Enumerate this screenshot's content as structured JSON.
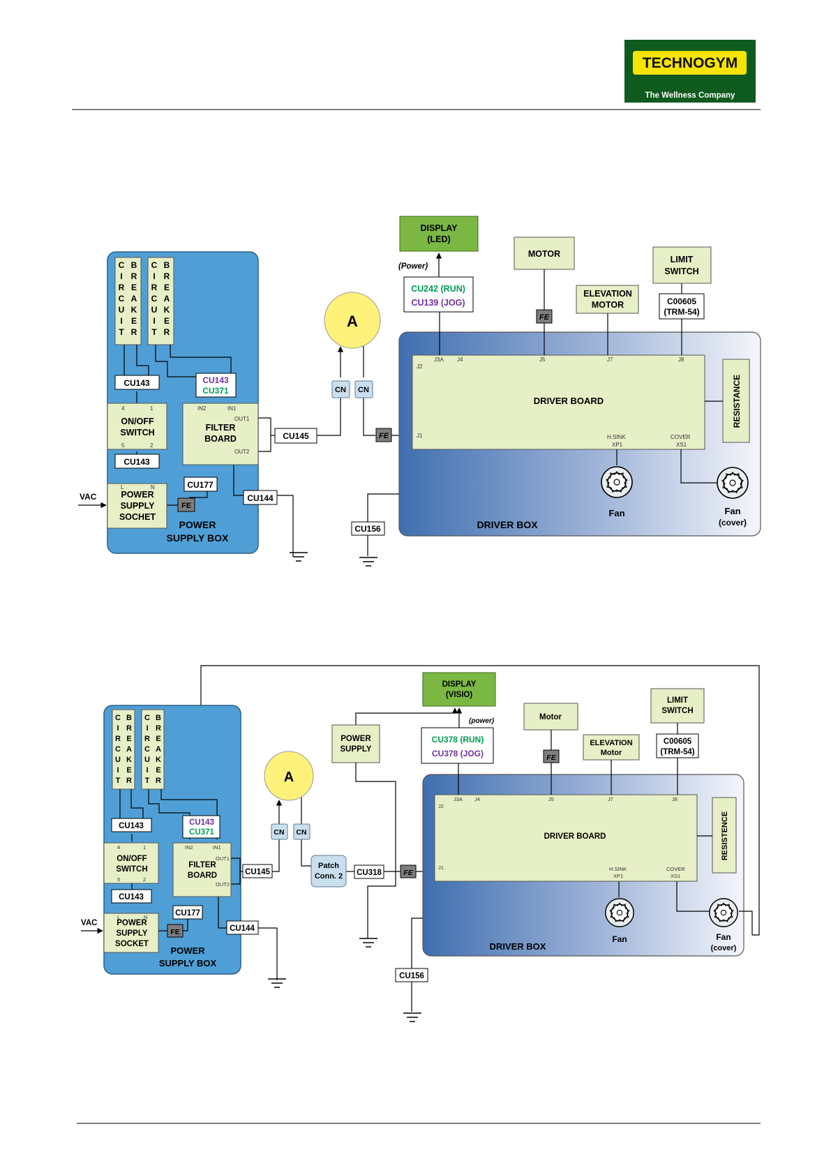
{
  "header": {
    "logo_text": "TECHNOGYM",
    "logo_tagline": "The Wellness Company"
  },
  "colors": {
    "box_blue": "#4f9fd6",
    "box_green": "#e6efc6",
    "display_green": "#7bb843",
    "ammeter_yellow": "#fff27a",
    "cn_blue": "#c9dfee",
    "fe_gray": "#7e7e7e",
    "purple": "#7030a0",
    "green": "#00a050",
    "logo_bg": "#0f5a1e",
    "logo_yellow": "#f5e400"
  },
  "diagram1": {
    "cb_letters": [
      "C",
      "I",
      "R",
      "C",
      "U",
      "I",
      "T"
    ],
    "br_letters": [
      "B",
      "R",
      "E",
      "A",
      "K",
      "E",
      "R"
    ],
    "display": [
      "DISPLAY",
      "(LED)"
    ],
    "power_note": "(Power)",
    "run": "CU242 (RUN)",
    "jog": "CU139 (JOG)",
    "motor": "MOTOR",
    "elevation": [
      "ELEVATION",
      "MOTOR"
    ],
    "limit": [
      "LIMIT",
      "SWITCH"
    ],
    "c00605": [
      "C00605",
      "(TRM-54)"
    ],
    "fe": "FE",
    "ammeter": "A",
    "cn": "CN",
    "cu143": "CU143",
    "cu143b": "CU143",
    "cu371": "CU371",
    "onoff": [
      "ON/OFF",
      "SWITCH"
    ],
    "filter": [
      "FILTER",
      "BOARD"
    ],
    "power_socket": [
      "POWER",
      "SUPPLY",
      "SOCHET"
    ],
    "power_supply_box": [
      "POWER",
      "SUPPLY BOX"
    ],
    "vac": "VAC",
    "cu145": "CU145",
    "cu177": "CU177",
    "cu144": "CU144",
    "cu156": "CU156",
    "driver_board": "DRIVER BOARD",
    "driver_box": "DRIVER BOX",
    "resistance": "RESISTANCE",
    "fan": "Fan",
    "fan_cover": [
      "Fan",
      "(cover)"
    ],
    "pins": {
      "j3a": "J3A",
      "j4": "J4",
      "j5": "J5",
      "j7": "J7",
      "j8": "J8",
      "j2": "J2",
      "j1": "J1",
      "hsink": "H.SINK",
      "xp1": "XP1",
      "cover": "COVER",
      "xs1": "XS1",
      "in2": "IN2",
      "in1": "IN1",
      "out1": "OUT1",
      "out2": "OUT2",
      "p4": "4",
      "p1": "1",
      "p5": "5",
      "p2": "2",
      "pl": "L",
      "pn": "N"
    }
  },
  "diagram2": {
    "cb_letters": [
      "C",
      "I",
      "R",
      "C",
      "U",
      "I",
      "T"
    ],
    "br_letters": [
      "B",
      "R",
      "E",
      "A",
      "K",
      "E",
      "R"
    ],
    "display": [
      "DISPLAY",
      "(VISIO)"
    ],
    "power_note": "(power)",
    "run": "CU378 (RUN)",
    "jog": "CU378 (JOG)",
    "power_supply": [
      "POWER",
      "SUPPLY"
    ],
    "motor": "Motor",
    "elevation": [
      "ELEVATION",
      "Motor"
    ],
    "limit": [
      "LIMIT",
      "SWITCH"
    ],
    "c00605": [
      "C00605",
      "(TRM-54)"
    ],
    "fe": "FE",
    "ammeter": "A",
    "cn": "CN",
    "patch": [
      "Patch",
      "Conn. 2"
    ],
    "cu318": "CU318",
    "cu143": "CU143",
    "cu143b": "CU143",
    "cu371": "CU371",
    "onoff": [
      "ON/OFF",
      "SWITCH"
    ],
    "filter": [
      "FILTER",
      "BOARD"
    ],
    "power_socket": [
      "POWER",
      "SUPPLY",
      "SOCKET"
    ],
    "power_supply_box": [
      "POWER",
      "SUPPLY BOX"
    ],
    "vac": "VAC",
    "cu145": "CU145",
    "cu177": "CU177",
    "cu144": "CU144",
    "cu156": "CU156",
    "driver_board": "DRIVER BOARD",
    "driver_box": "DRIVER BOX",
    "resistence": "RESISTENCE",
    "fan": "Fan",
    "fan_cover": [
      "Fan",
      "(cover)"
    ],
    "pins": {
      "j3a": "J3A",
      "j4": "J4",
      "j5": "J5",
      "j7": "J7",
      "j8": "J8",
      "j2": "J2",
      "j1": "J1",
      "hsink": "H.SINK",
      "xp1": "XP1",
      "cover": "COVER",
      "xs1": "XS1",
      "in2": "IN2",
      "in1": "IN1",
      "out1": "OUT1",
      "out2": "OUT2",
      "p4": "4",
      "p1": "1",
      "p5": "5",
      "p2": "2",
      "pl": "L",
      "pn": "N"
    }
  }
}
